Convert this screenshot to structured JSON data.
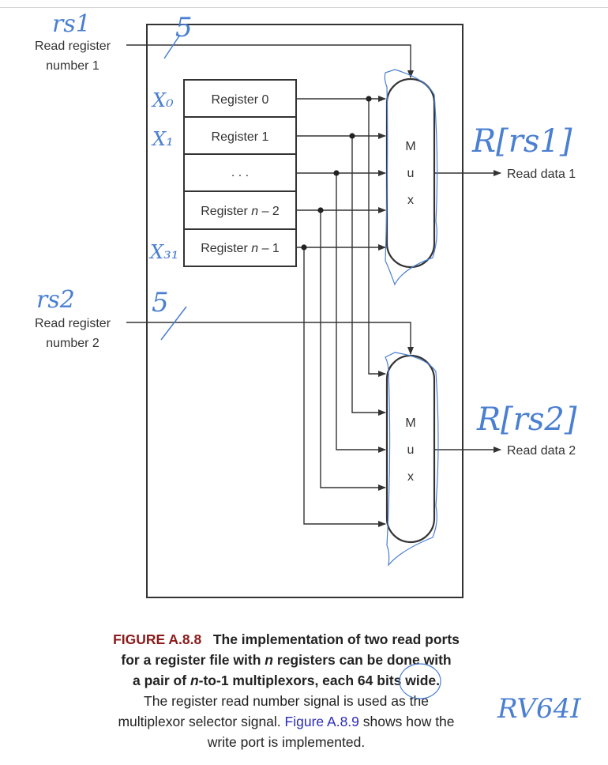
{
  "diagram": {
    "inputs": {
      "read_reg_1": [
        "Read register",
        "number 1"
      ],
      "read_reg_2": [
        "Read register",
        "number 2"
      ]
    },
    "registers": [
      {
        "label": "Register 0"
      },
      {
        "label": "Register 1"
      },
      {
        "label": ". . ."
      },
      {
        "label_prefix": "Register ",
        "label_var": "n",
        "label_suffix": " – 2"
      },
      {
        "label_prefix": "Register ",
        "label_var": "n",
        "label_suffix": " – 1"
      }
    ],
    "mux_letters": [
      "M",
      "u",
      "x"
    ],
    "outputs": {
      "read_data_1": "Read data 1",
      "read_data_2": "Read data 2"
    }
  },
  "annotations": {
    "rs1": "rs1",
    "five_1": "5",
    "rs2": "rs2",
    "five_2": "5",
    "x0": "X₀",
    "x1": "X₁",
    "x31": "X₃₁",
    "r_rs1": "R[rs1]",
    "r_rs2": "R[rs2]",
    "rv64i": "RV64I"
  },
  "caption": {
    "figure_label": "FIGURE A.8.8",
    "bold_line1": "The implementation of two read ports",
    "bold_line2_a": "for a register file with ",
    "bold_line2_var": "n",
    "bold_line2_b": " registers can be done with",
    "bold_line3_a": "a pair of ",
    "bold_line3_var": "n",
    "bold_line3_b": "-to-1 multiplexors, each 64 bits wide.",
    "line4": "The register read number signal is used as the",
    "line5_a": "multiplexor selector signal. ",
    "line5_link": "Figure A.8.9",
    "line5_b": " shows how the",
    "line6": "write port is implemented."
  }
}
